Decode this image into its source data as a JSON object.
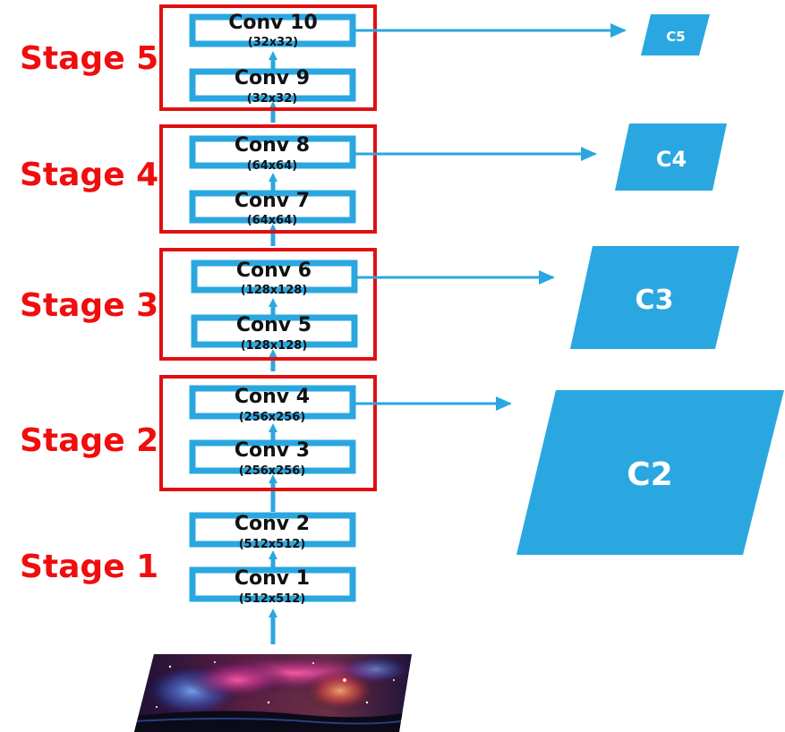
{
  "colors": {
    "stage_text": "#f00d0d",
    "stage_box": "#e01010",
    "blue": "#2aa7e0",
    "conv_text": "#111111",
    "feature_text": "#ffffff"
  },
  "stages": [
    {
      "label": "Stage 5"
    },
    {
      "label": "Stage 4"
    },
    {
      "label": "Stage 3"
    },
    {
      "label": "Stage 2"
    },
    {
      "label": "Stage 1"
    }
  ],
  "convs": [
    {
      "name": "Conv 10",
      "size": "(32x32)"
    },
    {
      "name": "Conv 9",
      "size": "(32x32)"
    },
    {
      "name": "Conv 8",
      "size": "(64x64)"
    },
    {
      "name": "Conv 7",
      "size": "(64x64)"
    },
    {
      "name": "Conv 6",
      "size": "(128x128)"
    },
    {
      "name": "Conv 5",
      "size": "(128x128)"
    },
    {
      "name": "Conv 4",
      "size": "(256x256)"
    },
    {
      "name": "Conv 3",
      "size": "(256x256)"
    },
    {
      "name": "Conv 2",
      "size": "(512x512)"
    },
    {
      "name": "Conv 1",
      "size": "(512x512)"
    }
  ],
  "features": [
    {
      "label": "C5"
    },
    {
      "label": "C4"
    },
    {
      "label": "C3"
    },
    {
      "label": "C2"
    }
  ],
  "input_image": {
    "icon": "nebula-photo-icon"
  }
}
